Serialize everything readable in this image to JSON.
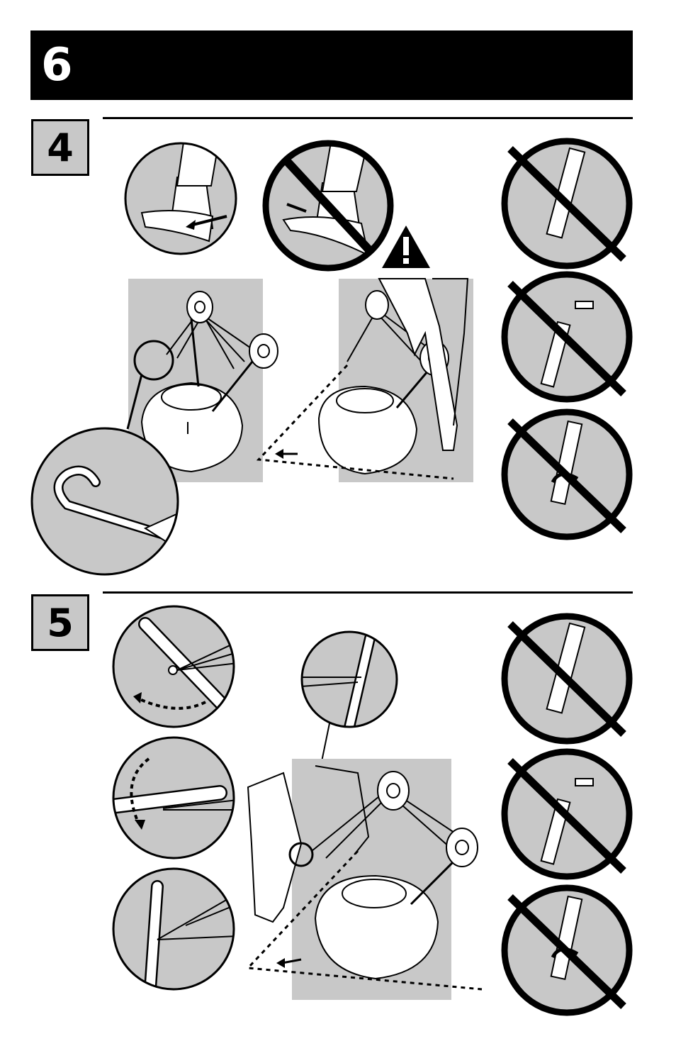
{
  "page": {
    "number": "6"
  },
  "steps": [
    {
      "number": "4"
    },
    {
      "number": "5"
    }
  ],
  "icons": {
    "warning": "warning-triangle-icon",
    "prohibited": "prohibited-circle-icon"
  },
  "colors": {
    "panel": "#c8c8c8",
    "ink": "#000000",
    "paper": "#ffffff"
  }
}
